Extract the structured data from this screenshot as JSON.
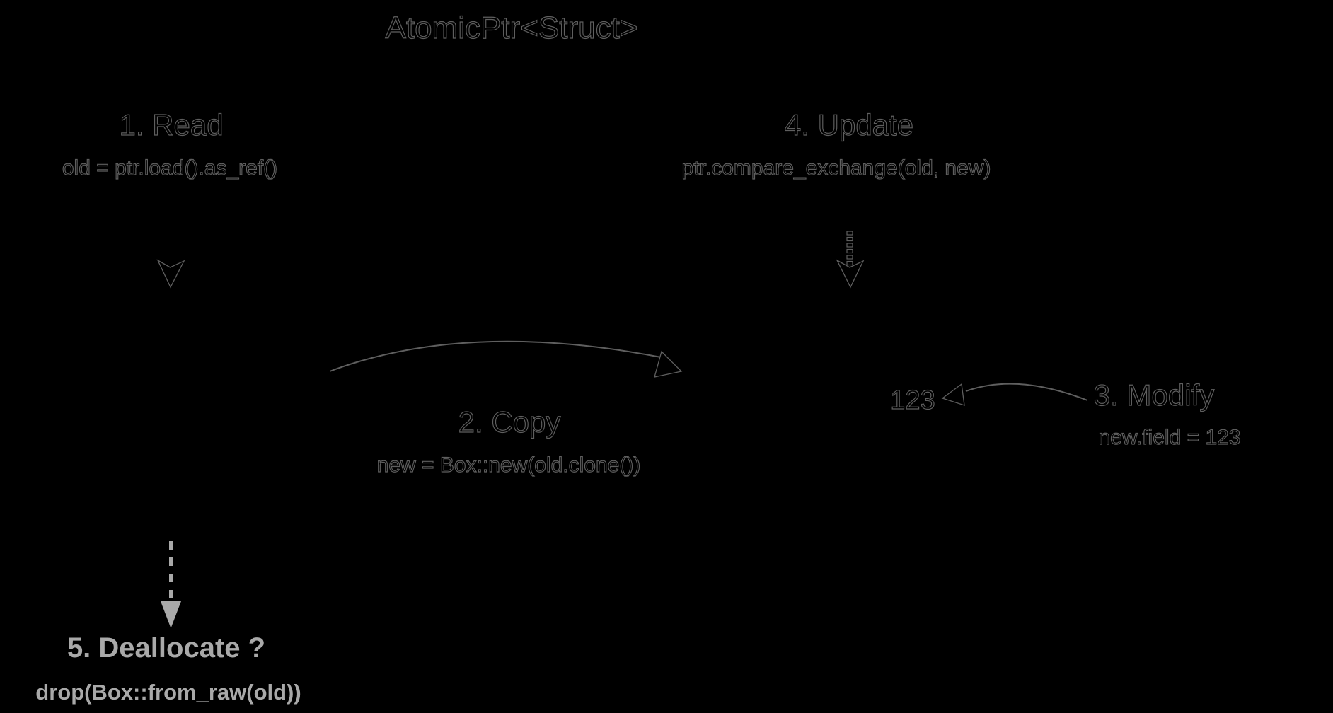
{
  "title": "AtomicPtr<Struct>",
  "steps": {
    "read": {
      "label": "1. Read",
      "code": "old = ptr.load().as_ref()"
    },
    "copy": {
      "label": "2. Copy",
      "code": "new = Box::new(old.clone())"
    },
    "modify": {
      "label": "3. Modify",
      "code": "new.field = 123",
      "value": "123"
    },
    "update": {
      "label": "4. Update",
      "code": "ptr.compare_exchange(old, new)"
    },
    "dealloc": {
      "label": "5. Deallocate ?",
      "code": "drop(Box::from_raw(old))"
    }
  },
  "icons": {
    "read_arrow": "down-arrowhead-icon",
    "update_arrow": "dotted-down-arrow-icon",
    "copy_arrow": "curved-right-arrow-icon",
    "modify_arrow": "curved-left-arrow-icon",
    "dealloc_arrow": "gray-dashed-down-arrow-icon"
  },
  "colors": {
    "background": "#000000",
    "outline_stroke": "#5f5f5f",
    "highlight": "#a9a9a9"
  }
}
